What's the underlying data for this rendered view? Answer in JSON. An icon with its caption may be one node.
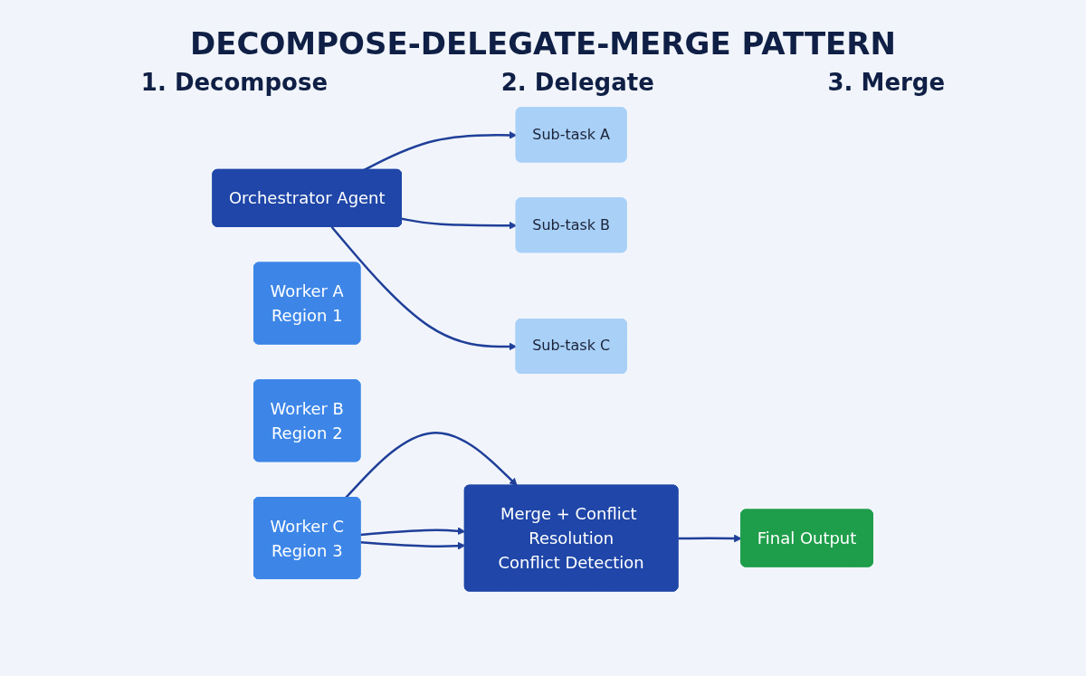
{
  "diagram": {
    "title": "DECOMPOSE-DELEGATE-MERGE PATTERN",
    "nodes": [
      {
        "text": [
          "Orchestrator Agent"
        ]
      },
      {
        "text": [
          "Sub-task A"
        ]
      },
      {
        "text": [
          "Sub-task B"
        ]
      },
      {
        "text": [
          "Sub-task C"
        ]
      },
      {
        "text": [
          "Worker A",
          "Region 1"
        ]
      },
      {
        "text": [
          "Worker B",
          "Region 2"
        ]
      },
      {
        "text": [
          "Worker C",
          "Region 3"
        ]
      },
      {
        "text": [
          "Merge + Conflict Resolution",
          "Conflict Detection"
        ]
      },
      {
        "text": [
          "Final Output"
        ]
      }
    ],
    "edges": [
      {
        "from": 0,
        "to": 1,
        "arrow": "to"
      },
      {
        "from": 0,
        "to": 2,
        "arrow": "to"
      },
      {
        "from": 0,
        "to": 3,
        "arrow": "to"
      },
      {
        "from": 6,
        "to": 7,
        "arrow": "to"
      },
      {
        "from": 6,
        "to": 7,
        "arrow": "to"
      },
      {
        "from": 6,
        "to": 7,
        "arrow": "to"
      },
      {
        "from": 7,
        "to": 8,
        "arrow": "to"
      }
    ],
    "labels": [
      "1. Decompose",
      "2. Delegate",
      "3. Merge"
    ]
  }
}
